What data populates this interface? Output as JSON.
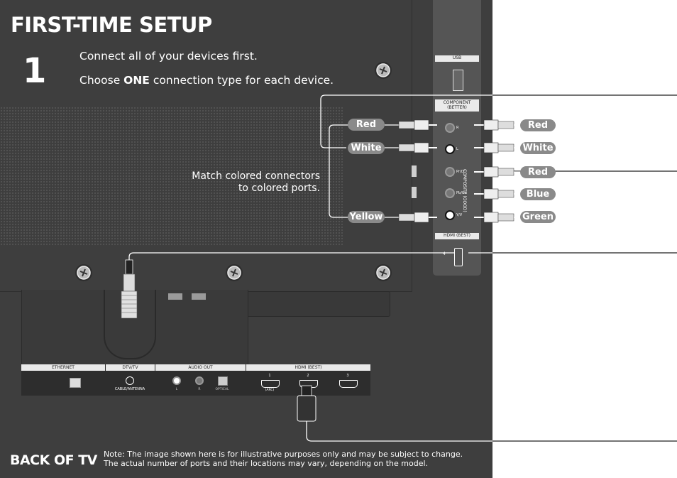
{
  "header": {
    "title": "FIRST-TIME SETUP",
    "step_number": "1",
    "instruction_1": "Connect all of your devices first.",
    "instruction_2_pre": "Choose ",
    "instruction_2_bold": "ONE",
    "instruction_2_post": " connection type for each device."
  },
  "match_text": {
    "line1": "Match colored connectors",
    "line2": "to colored ports."
  },
  "composite_tags": [
    "Red",
    "White",
    "Yellow"
  ],
  "component_tags": [
    "Red",
    "White",
    "Red",
    "Blue",
    "Green"
  ],
  "side_panel": {
    "usb_label": "USB",
    "component_label": "COMPONENT",
    "component_sub": "(BETTER)",
    "composite_label": "COMPOSITE (GOOD)",
    "port_labels": [
      "R",
      "L",
      "Pr/Cr",
      "Pb/Cb",
      "Y/V"
    ],
    "hdmi_label": "HDMI (BEST)",
    "hdmi_number": "4"
  },
  "bottom_panel": {
    "sections": [
      "ETHERNET",
      "DTV/TV",
      "AUDIO OUT",
      "HDMI (BEST)"
    ],
    "cable_antenna": "CABLE/ANTENNA",
    "audio_labels": [
      "L",
      "R",
      "OPTICAL"
    ],
    "hdmi_numbers": [
      "1",
      "2",
      "3"
    ],
    "hdmi_arc": "(ARC)"
  },
  "footer": {
    "back_label": "BACK OF TV",
    "note_line1": "Note: The image shown here is for illustrative purposes only and may be subject to change.",
    "note_line2": "The actual number of ports and their locations may vary, depending on the model."
  },
  "colors": {
    "panel": "#3e3e3e",
    "tag": "#8a8a8a",
    "line": "#ffffff",
    "divider": "#222222"
  }
}
